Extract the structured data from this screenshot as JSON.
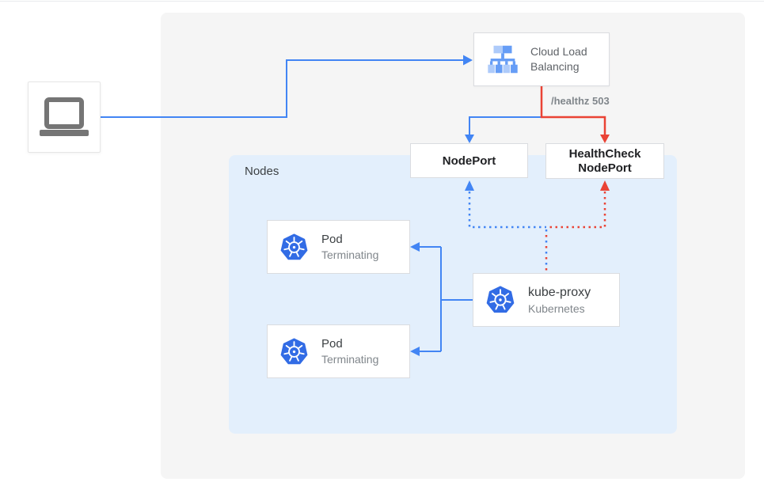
{
  "colors": {
    "blue": "#4285f4",
    "red": "#ea4335",
    "k8s_blue": "#326ce5",
    "panel_bg": "#f5f5f5",
    "nodes_bg": "#e3effc",
    "box_border": "#dadce0",
    "text_dark": "#3c4043",
    "text_black": "#202124",
    "text_gray": "#80868b",
    "laptop_gray": "#757575",
    "clb_text": "#5f6368"
  },
  "nodes_region": {
    "label": "Nodes"
  },
  "labels": {
    "healthz": "/healthz 503"
  },
  "client": {
    "icon": "laptop-icon"
  },
  "boxes": {
    "cloud_load_balancing": {
      "label": "Cloud Load Balancing",
      "icon": "load-balancer-icon"
    },
    "nodeport": {
      "label": "NodePort"
    },
    "healthcheck_nodeport": {
      "line1": "HealthCheck",
      "line2": "NodePort"
    },
    "pod1": {
      "title": "Pod",
      "subtitle": "Terminating",
      "icon": "kubernetes-icon"
    },
    "pod2": {
      "title": "Pod",
      "subtitle": "Terminating",
      "icon": "kubernetes-icon"
    },
    "kube_proxy": {
      "title": "kube-proxy",
      "subtitle": "Kubernetes",
      "icon": "kubernetes-icon"
    }
  },
  "edges": {
    "client_to_lb": {
      "color": "blue",
      "style": "solid",
      "from": "laptop",
      "to": "cloud_load_balancing"
    },
    "lb_to_nodeport": {
      "color": "blue",
      "style": "solid",
      "from": "cloud_load_balancing",
      "to": "nodeport"
    },
    "lb_to_healthcheck": {
      "color": "red",
      "style": "solid",
      "from": "cloud_load_balancing",
      "to": "healthcheck_nodeport",
      "label": "/healthz 503"
    },
    "kubeproxy_to_nodeport": {
      "color": "blue",
      "style": "dotted",
      "from": "kube_proxy",
      "to": "nodeport"
    },
    "kubeproxy_to_healthcheck": {
      "color": "red",
      "style": "dotted",
      "from": "kube_proxy",
      "to": "healthcheck_nodeport"
    },
    "kubeproxy_to_pod1": {
      "color": "blue",
      "style": "solid",
      "from": "kube_proxy",
      "to": "pod1"
    },
    "kubeproxy_to_pod2": {
      "color": "blue",
      "style": "solid",
      "from": "kube_proxy",
      "to": "pod2"
    }
  }
}
